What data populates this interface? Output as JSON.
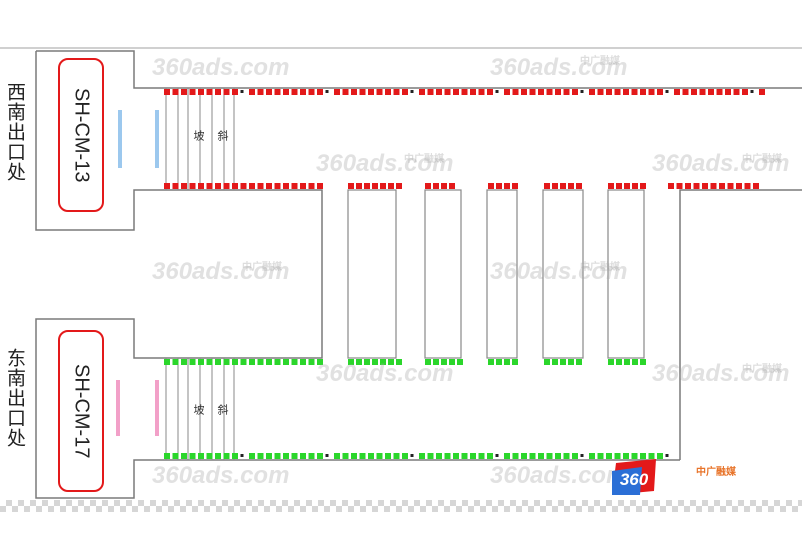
{
  "exits": [
    {
      "name": "西南出口处",
      "code": "SH-CM-13"
    },
    {
      "name": "东南出口处",
      "code": "SH-CM-17"
    }
  ],
  "ramp": {
    "char1": "斜",
    "char2": "坡"
  },
  "watermark": {
    "text": "360ads.com",
    "sub": "中广融媒"
  },
  "brand": {
    "logo": "360",
    "name": "中广融媒"
  },
  "colors": {
    "outline": "#7a7a7a",
    "red_marker": "#e3191a",
    "green_marker": "#2bd62b",
    "blue_line": "#9cc8ee",
    "pink_line": "#f2a0c8",
    "code_border": "#e3191a",
    "brand_orange": "#e8742a"
  }
}
